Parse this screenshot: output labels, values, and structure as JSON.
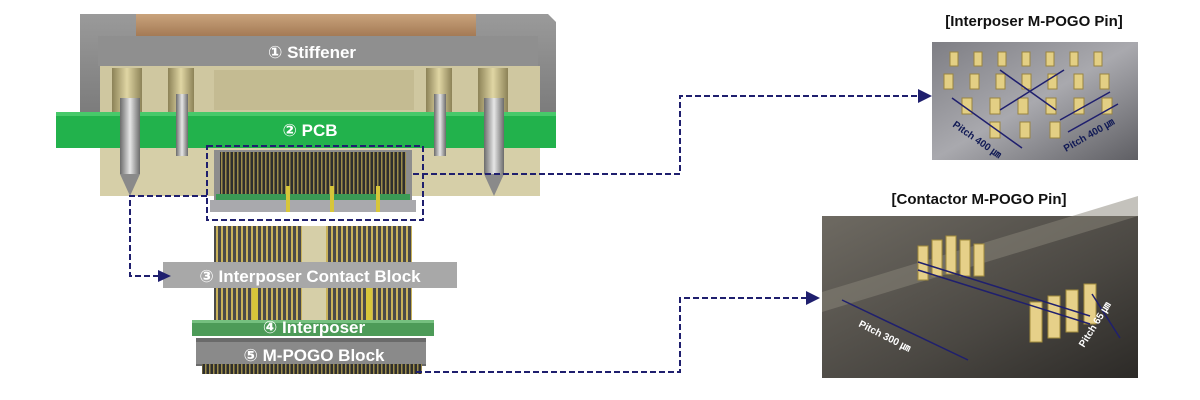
{
  "labels": {
    "stiffener": "① Stiffener",
    "pcb": "② PCB",
    "interposer_contact_block": "③ Interposer Contact Block",
    "interposer": "④ Interposer",
    "mpogo_block": "⑤ M-POGO Block"
  },
  "panels": {
    "interposer_pin": {
      "title": "[Interposer M-POGO Pin]",
      "pitch_left": "Pitch 400 ㎛",
      "pitch_right": "Pitch 400 ㎛"
    },
    "contactor_pin": {
      "title": "[Contactor M-POGO Pin]",
      "pitch_long": "Pitch 300 ㎛",
      "pitch_short": "Pitch 65 ㎛"
    }
  },
  "colors": {
    "pcb_green": "#22b24c",
    "stiffener_gray": "#8a8a8a",
    "tan_block": "#d6cfa8",
    "leader_navy": "#1f1f6e",
    "label_box": "#a8a8a8"
  }
}
